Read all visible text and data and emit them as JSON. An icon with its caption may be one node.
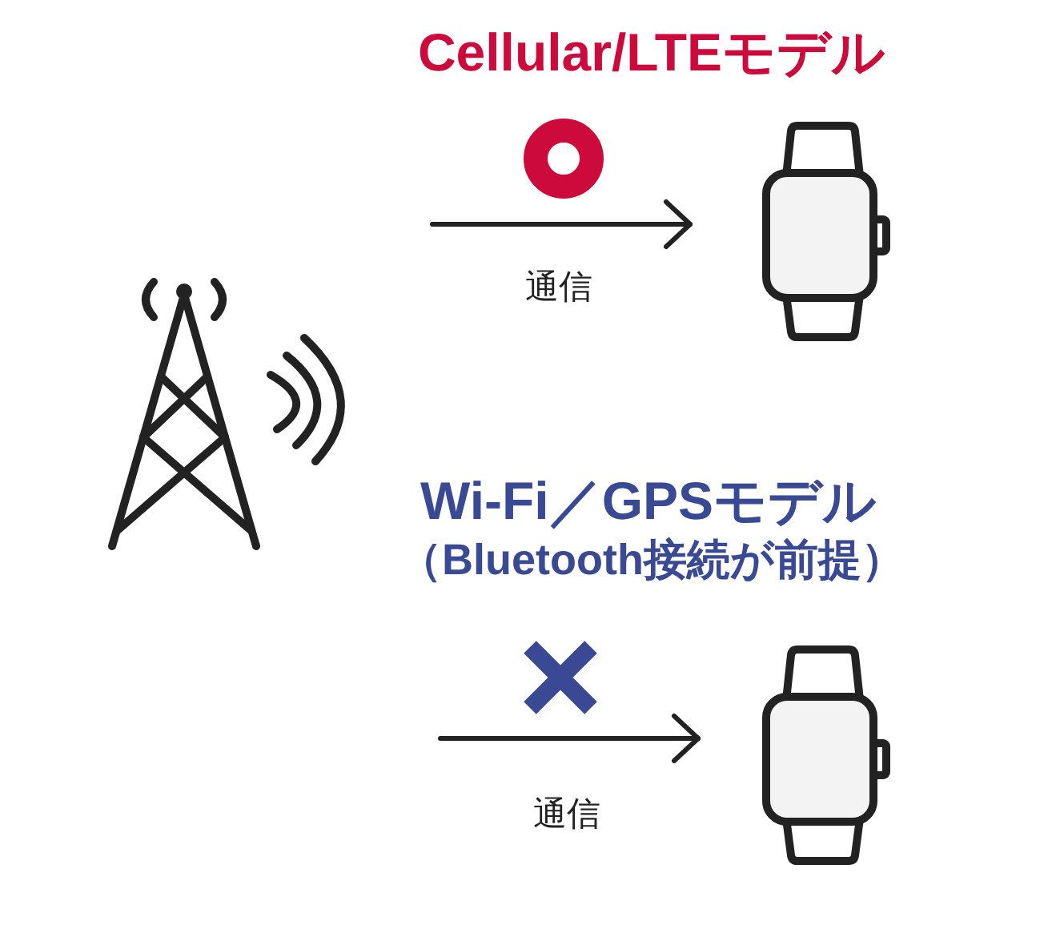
{
  "diagram": {
    "nodes": [
      {
        "text": [],
        "shape": "picture"
      },
      {
        "text": [],
        "shape": "watch"
      },
      {
        "text": [],
        "shape": "watch"
      }
    ],
    "edges": [
      {
        "from": null,
        "to": 1,
        "arrow": "to",
        "label": "通信"
      },
      {
        "from": null,
        "to": 2,
        "arrow": "to",
        "label": "通信"
      }
    ],
    "labels": [
      "Cellular/LTEモデル",
      "Wi-Fi／GPSモデル",
      "（Bluetooth接続が前提）"
    ]
  }
}
